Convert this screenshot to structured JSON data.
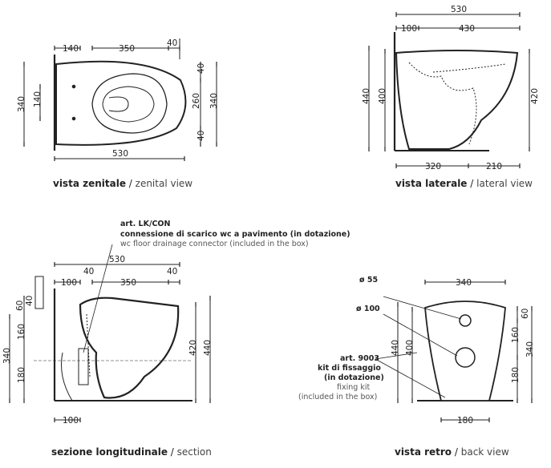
{
  "views": {
    "zenital": {
      "caption_bold": "vista zenitale",
      "caption_sep": " / ",
      "caption_light": "zenital view",
      "dims": {
        "d140a": "140",
        "d350": "350",
        "d40a": "40",
        "d340": "340",
        "d140b": "140",
        "d40b": "40",
        "d260": "260",
        "d340b": "340",
        "d40c": "40",
        "d530": "530"
      }
    },
    "lateral": {
      "caption_bold": "vista laterale",
      "caption_sep": " / ",
      "caption_light": "lateral view",
      "dims": {
        "d530": "530",
        "d100": "100",
        "d430": "430",
        "d440": "440",
        "d400": "400",
        "d420": "420",
        "d320": "320",
        "d210": "210"
      }
    },
    "section": {
      "caption_bold": "sezione longitudinale",
      "caption_sep": " / ",
      "caption_light": "section",
      "note_title": "art. LK/CON",
      "note_line1": "connessione di scarico wc a pavimento (in dotazione)",
      "note_line2": "wc floor drainage connector (included in the box)",
      "dims": {
        "d530": "530",
        "d40a": "40",
        "d40b": "40",
        "d100a": "100",
        "d350": "350",
        "d60": "60",
        "d40c": "40",
        "d340": "340",
        "d160": "160",
        "d180": "180",
        "d420": "420",
        "d440": "440",
        "d100b": "100"
      }
    },
    "back": {
      "caption_bold": "vista retro",
      "caption_sep": " / ",
      "caption_light": "back view",
      "phi55": "ø 55",
      "phi100": "ø 100",
      "kit_title": "art. 9003",
      "kit_line1": "kit di fissaggio",
      "kit_line2": "(in dotazione)",
      "kit_line3": "fixing kit",
      "kit_line4": "(included in the box)",
      "dims": {
        "d340": "340",
        "d440": "440",
        "d400": "400",
        "d60": "60",
        "d160": "160",
        "d340b": "340",
        "d180a": "180",
        "d180b": "180"
      }
    }
  }
}
